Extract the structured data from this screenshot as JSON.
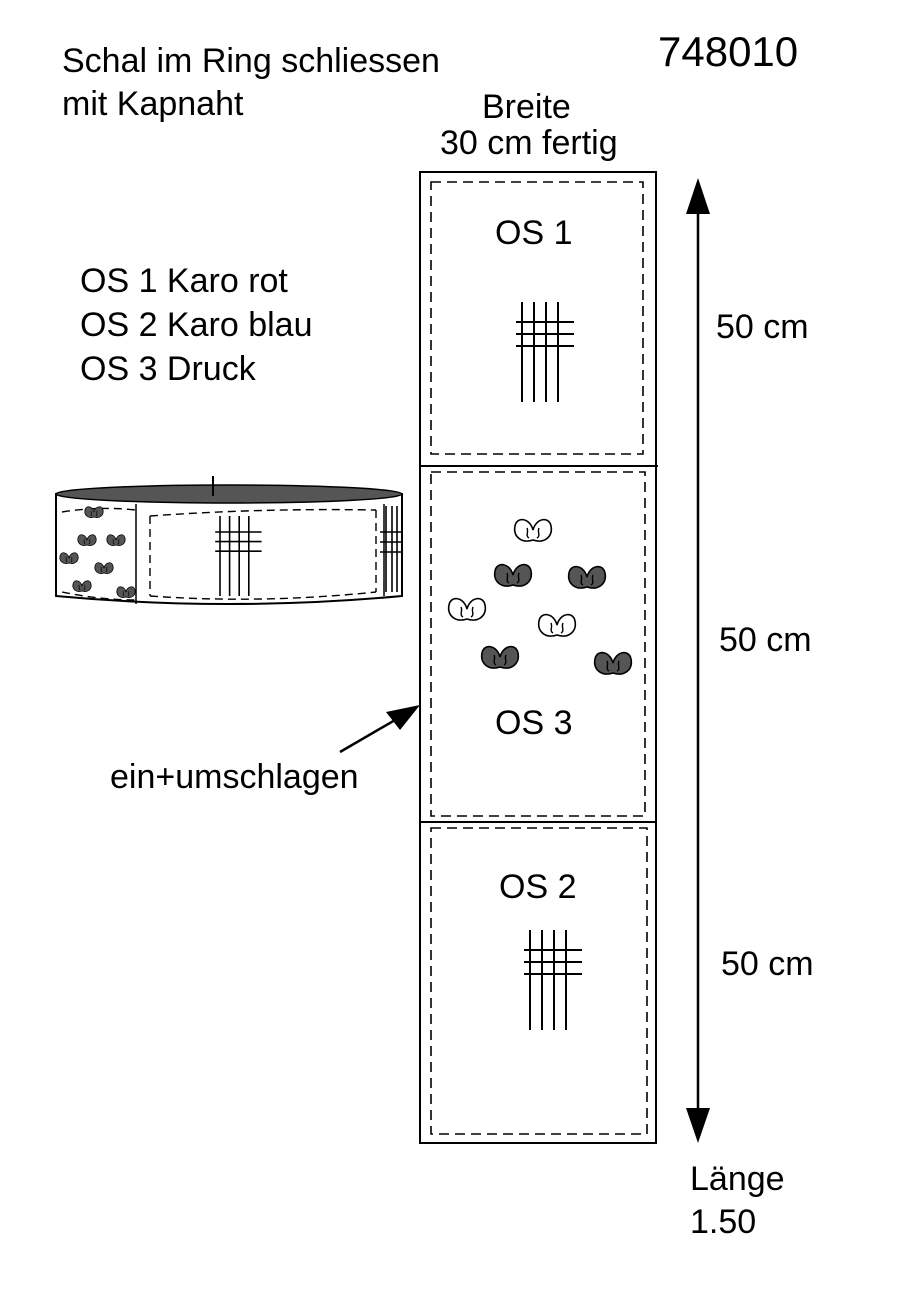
{
  "title": {
    "line1": "Schal im Ring schliessen",
    "line2": "mit Kapnaht"
  },
  "article_number": "748010",
  "width_label": {
    "line1": "Breite",
    "line2": "30 cm fertig"
  },
  "legend": [
    "OS 1 Karo rot",
    "OS 2 Karo blau",
    "OS 3 Druck"
  ],
  "panels": [
    {
      "label": "OS 1",
      "length": "50 cm",
      "pattern": "plaid"
    },
    {
      "label": "OS 3",
      "length": "50 cm",
      "pattern": "butterfly-print"
    },
    {
      "label": "OS 2",
      "length": "50 cm",
      "pattern": "plaid"
    }
  ],
  "fold_label": "ein+umschlagen",
  "length_label": {
    "line1": "Länge",
    "line2": "1.50"
  },
  "colors": {
    "line": "#000000",
    "print_dark": "#555555",
    "print_light": "#ffffff",
    "ring_top": "#555555"
  }
}
